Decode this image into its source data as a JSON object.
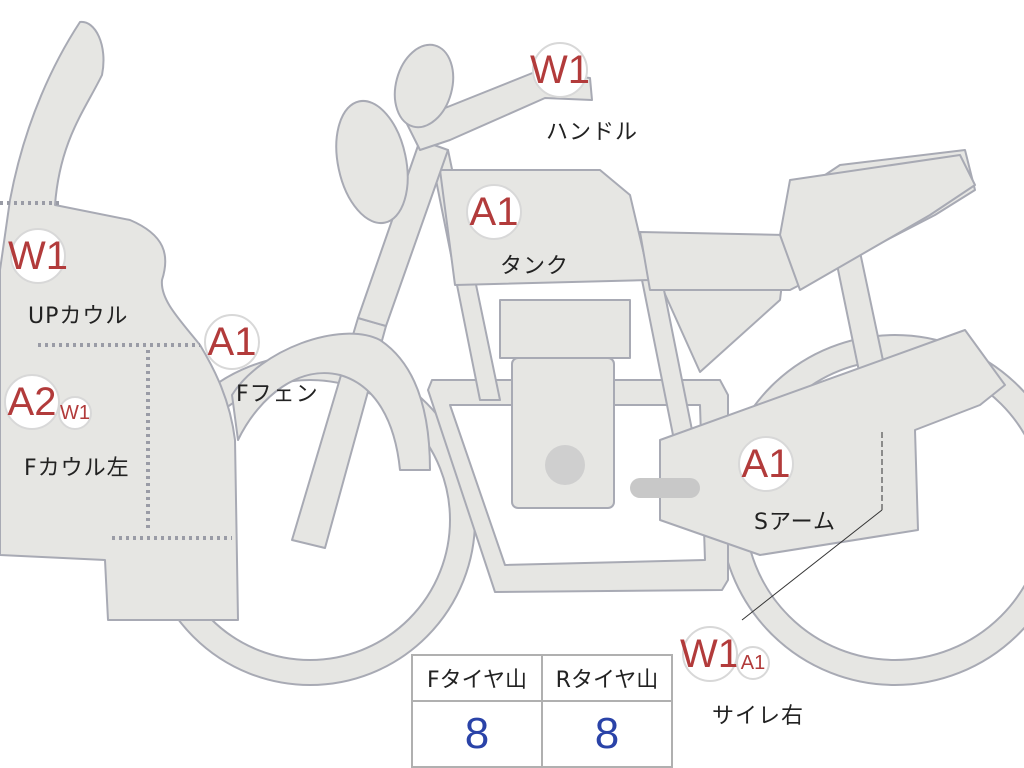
{
  "parts": {
    "handle": {
      "label": "ハンドル",
      "grades": [
        "W1"
      ]
    },
    "tank": {
      "label": "タンク",
      "grades": [
        "A1"
      ]
    },
    "up_cowl": {
      "label": "UPカウル",
      "grades": [
        "W1"
      ]
    },
    "f_fender": {
      "label": "Fフェン",
      "grades": [
        "A1"
      ]
    },
    "f_cowl_left": {
      "label": "Fカウル左",
      "grades": [
        "A2",
        "W1"
      ]
    },
    "s_arm": {
      "label": "Sアーム",
      "grades": [
        "A1"
      ]
    },
    "silencer_right": {
      "label": "サイレ右",
      "grades": [
        "W1",
        "A1"
      ]
    }
  },
  "tread_table": {
    "headers": [
      "Fタイヤ山",
      "Rタイヤ山"
    ],
    "values": [
      "8",
      "8"
    ]
  },
  "colors": {
    "body_fill": "#e6e6e3",
    "outline": "#a8aab4",
    "grade_text": "#b23b3b",
    "value_text": "#2a43a8",
    "dotted_line": "#9a9ca6"
  }
}
